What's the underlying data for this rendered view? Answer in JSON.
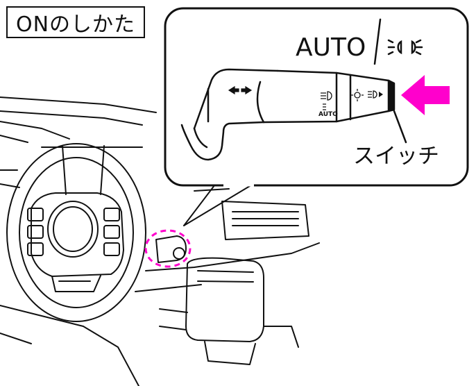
{
  "title": "ONのしかた",
  "callout": {
    "auto_label": "AUTO",
    "headlight_icon": "headlight-beam-icon",
    "switch_label": "スイッチ",
    "lever_small_auto": "AUTO"
  },
  "colors": {
    "arrow": "#ff00cc",
    "highlight_circle": "#ff00cc",
    "line": "#111111"
  }
}
